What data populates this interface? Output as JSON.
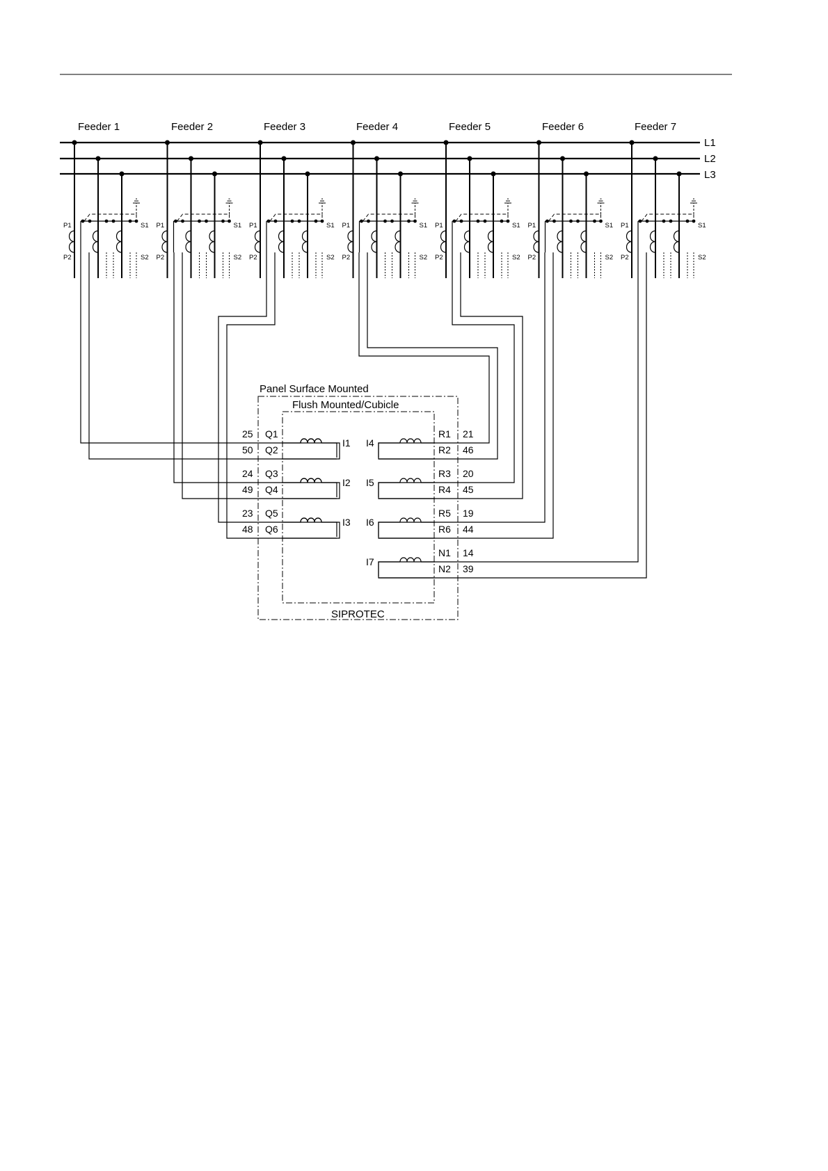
{
  "feeders": [
    "Feeder 1",
    "Feeder 2",
    "Feeder 3",
    "Feeder 4",
    "Feeder 5",
    "Feeder 6",
    "Feeder 7"
  ],
  "busbars": [
    "L1",
    "L2",
    "L3"
  ],
  "ct_labels": {
    "p1": "P1",
    "p2": "P2",
    "s1": "S1",
    "s2": "S2"
  },
  "enclosure": {
    "outer": "Panel Surface Mounted",
    "inner": "Flush Mounted/Cubicle",
    "device": "SIPROTEC"
  },
  "left_inputs": [
    {
      "input": "I1",
      "terminals": [
        {
          "num": "25",
          "name": "Q1"
        },
        {
          "num": "50",
          "name": "Q2"
        }
      ]
    },
    {
      "input": "I2",
      "terminals": [
        {
          "num": "24",
          "name": "Q3"
        },
        {
          "num": "49",
          "name": "Q4"
        }
      ]
    },
    {
      "input": "I3",
      "terminals": [
        {
          "num": "23",
          "name": "Q5"
        },
        {
          "num": "48",
          "name": "Q6"
        }
      ]
    }
  ],
  "right_inputs": [
    {
      "input": "I4",
      "terminals": [
        {
          "num": "21",
          "name": "R1"
        },
        {
          "num": "46",
          "name": "R2"
        }
      ]
    },
    {
      "input": "I5",
      "terminals": [
        {
          "num": "20",
          "name": "R3"
        },
        {
          "num": "45",
          "name": "R4"
        }
      ]
    },
    {
      "input": "I6",
      "terminals": [
        {
          "num": "19",
          "name": "R5"
        },
        {
          "num": "44",
          "name": "R6"
        }
      ]
    },
    {
      "input": "I7",
      "terminals": [
        {
          "num": "14",
          "name": "N1"
        },
        {
          "num": "39",
          "name": "N2"
        }
      ]
    }
  ]
}
